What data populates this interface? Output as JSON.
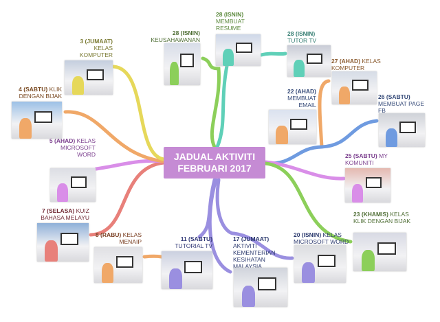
{
  "center": {
    "line1": "JADUAL AKTIVITI",
    "line2": "FEBRUARI 2017",
    "color": "#c58bd4"
  },
  "nodes": [
    {
      "id": "keusahawanan",
      "date": "28 (ISNIN)",
      "title": "KEUSAHAWANAN",
      "color": "#4f6e35",
      "branch": "#8ccf5a"
    },
    {
      "id": "membuat-resume",
      "date": "28 (ISNIN)",
      "title": "MEMBUAT RESUME",
      "color": "#5d8a3e",
      "branch": "#5fd0b8"
    },
    {
      "id": "tutor-tv",
      "date": "28 (ISNIN)",
      "title": "TUTOR TV",
      "color": "#2f7a6e",
      "branch": "#5fd0b8"
    },
    {
      "id": "kelas-komputer-27",
      "date": "27 (AHAD)",
      "title": "KELAS KOMPUTER",
      "color": "#8a5a2e",
      "branch": "#f0a868"
    },
    {
      "id": "membuat-email",
      "date": "22 (AHAD)",
      "title": "MEMBUAT EMAIL",
      "color": "#354a78",
      "branch": "#f0a868"
    },
    {
      "id": "membuat-page-fb",
      "date": "26 (SABTU)",
      "title": "MEMBUAT PAGE FB",
      "color": "#354a78",
      "branch": "#6f9be0"
    },
    {
      "id": "my-komuniti",
      "date": "25 (SABTU)",
      "title": "MY KOMUNITI",
      "color": "#7b3f8e",
      "branch": "#d98ee8"
    },
    {
      "id": "kelas-klik-dengan-bijak-23",
      "date": "23 (KHAMIS)",
      "title": "KELAS KLIK DENGAN BIJAK",
      "color": "#4f6e35",
      "branch": "#8ccf5a"
    },
    {
      "id": "kelas-microsoft-word-20",
      "date": "20 (ISNIN)",
      "title": "KELAS MICROSOFT WORD",
      "color": "#2c3a6e",
      "branch": "#9a8fe0"
    },
    {
      "id": "aktiviti-kkm",
      "date": "17 (JUMAAT)",
      "title": "AKTIVITI KEMENTERIAN KESIHATAN MALAYSIA",
      "color": "#2c3a6e",
      "branch": "#9a8fe0"
    },
    {
      "id": "tutorial-tv",
      "date": "11 (SABTU)",
      "title": "TUTORIAL TV",
      "color": "#333a78",
      "branch": "#9a8fe0"
    },
    {
      "id": "kelas-menaip",
      "date": "8 (RABU)",
      "title": "KELAS MENAIP",
      "color": "#7a3f22",
      "branch": "#f0a868"
    },
    {
      "id": "kuiz-bahasa-melayu",
      "date": "7 (SELASA)",
      "title": "KUIZ BAHASA MELAYU",
      "color": "#722a35",
      "branch": "#e8807a"
    },
    {
      "id": "kelas-microsoft-word-5",
      "date": "5 (AHAD)",
      "title": "KELAS MICROSOFT WORD",
      "color": "#7b3f8e",
      "branch": "#d98ee8"
    },
    {
      "id": "klik-dengan-bijak-4",
      "date": "4 (SABTU)",
      "title": "KLIK DENGAN BIJAK",
      "color": "#7a4a22",
      "branch": "#f0a868"
    },
    {
      "id": "kelas-komputer-3",
      "date": "3 (JUMAAT)",
      "title": "KELAS KOMPUTER",
      "color": "#7a7a32",
      "branch": "#e6d85a"
    }
  ]
}
